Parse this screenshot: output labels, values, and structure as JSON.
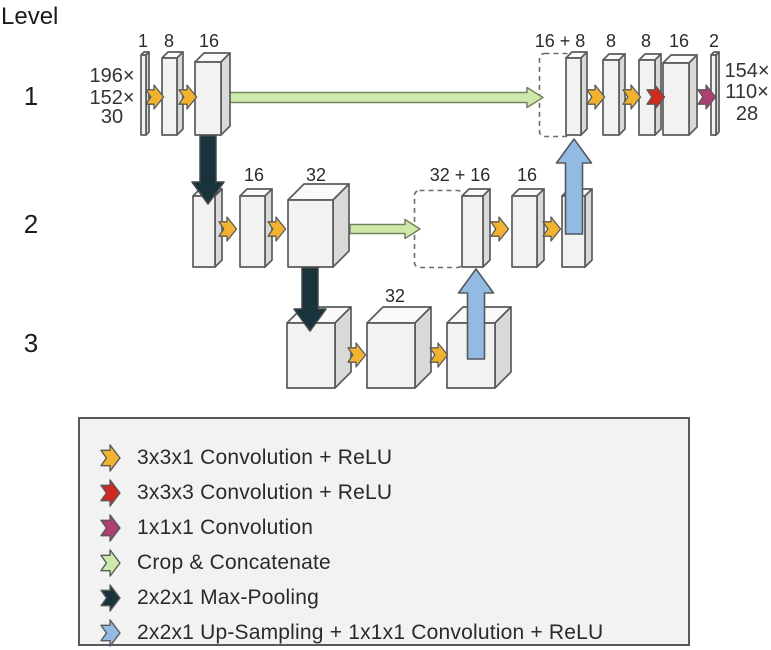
{
  "header": {
    "axis_title": "Level"
  },
  "levels": [
    {
      "label": "1"
    },
    {
      "label": "2"
    },
    {
      "label": "3"
    }
  ],
  "io": {
    "input_lines": [
      "196×",
      "152×",
      "30"
    ],
    "output_lines": [
      "154×",
      "110×",
      "28"
    ]
  },
  "channel_labels": {
    "level1": [
      "1",
      "8",
      "16"
    ],
    "level1_right": [
      "16 + 8",
      "8",
      "8",
      "16",
      "2"
    ],
    "level2": [
      "16",
      "32"
    ],
    "level2_right": [
      "32 + 16",
      "16"
    ],
    "level3": [
      "32"
    ]
  },
  "colors": {
    "conv_3x3x1": "#f1b32f",
    "conv_3x3x3": "#cf2a20",
    "conv_1x1x1": "#ae3f72",
    "crop_concat": "#cdeaab",
    "max_pool": "#18333c",
    "up_sample": "#93bae3",
    "box_face": "#f2f2f1"
  },
  "legend": {
    "items": [
      {
        "label": "3x3x1 Convolution + ReLU"
      },
      {
        "label": "3x3x3 Convolution + ReLU"
      },
      {
        "label": "1x1x1 Convolution"
      },
      {
        "label": "Crop & Concatenate"
      },
      {
        "label": "2x2x1 Max-Pooling"
      },
      {
        "label": "2x2x1 Up-Sampling + 1x1x1 Convolution + ReLU"
      }
    ]
  }
}
